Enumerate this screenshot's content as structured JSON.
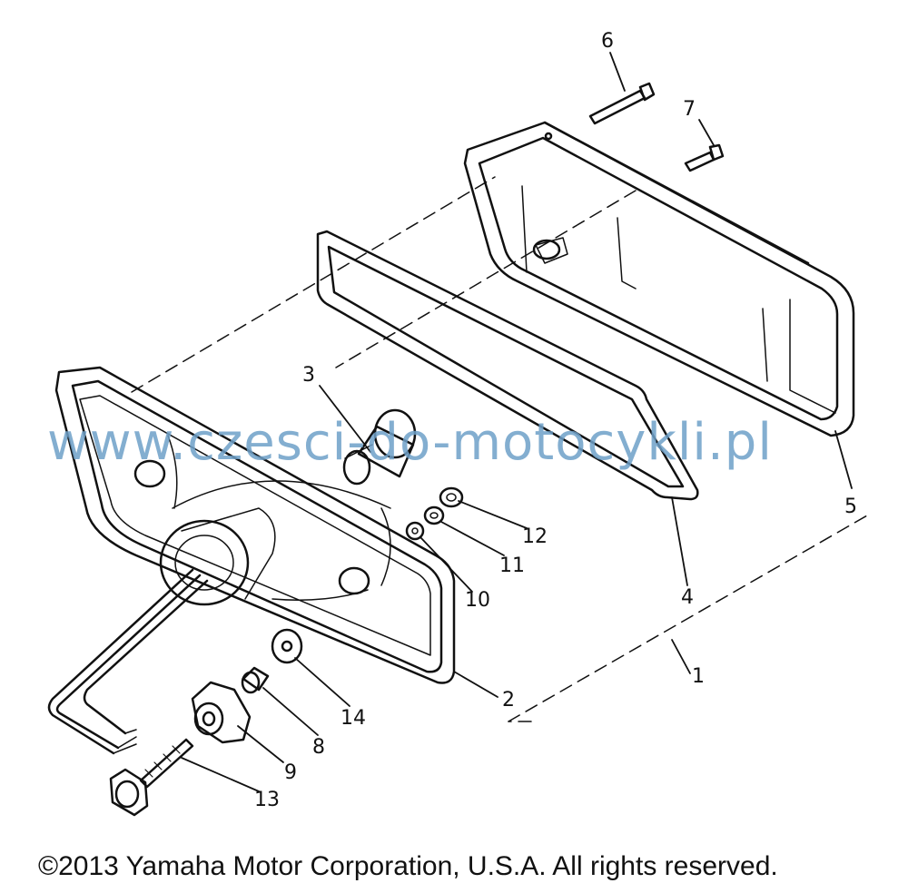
{
  "diagram": {
    "callouts": [
      {
        "label": "1"
      },
      {
        "label": "2"
      },
      {
        "label": "3"
      },
      {
        "label": "4"
      },
      {
        "label": "5"
      },
      {
        "label": "6"
      },
      {
        "label": "7"
      },
      {
        "label": "8"
      },
      {
        "label": "9"
      },
      {
        "label": "10"
      },
      {
        "label": "11"
      },
      {
        "label": "12"
      },
      {
        "label": "13"
      },
      {
        "label": "14"
      }
    ]
  },
  "watermark": "www.czesci-do-motocykli.pl",
  "copyright": "©2013 Yamaha Motor Corporation, U.S.A. All rights reserved.",
  "colors": {
    "line": "#111111",
    "watermark": "#6ea0c8",
    "background": "#ffffff"
  }
}
